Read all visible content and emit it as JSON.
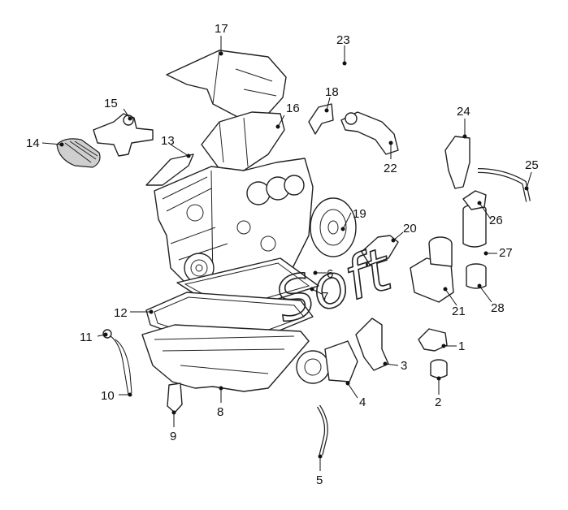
{
  "diagram": {
    "callouts": [
      "1",
      "2",
      "3",
      "4",
      "5",
      "6",
      "7",
      "8",
      "9",
      "10",
      "11",
      "12",
      "13",
      "14",
      "15",
      "16",
      "17",
      "18",
      "19",
      "20",
      "21",
      "22",
      "23",
      "24",
      "25",
      "26",
      "27",
      "28"
    ],
    "watermark": "Soft"
  }
}
